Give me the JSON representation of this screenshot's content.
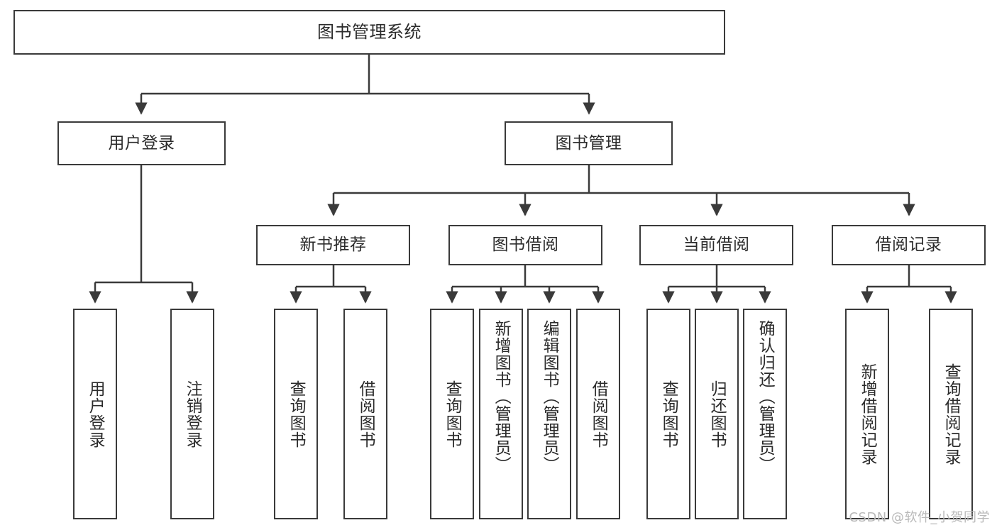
{
  "diagram": {
    "type": "tree",
    "title": "图书管理系统",
    "watermark": "CSDN @软件_小贺同学",
    "colors": {
      "stroke": "#3a3a3a",
      "fill": "#ffffff",
      "text": "#2b2b2b",
      "watermark": "#b9b9b9"
    },
    "root": {
      "label": "图书管理系统"
    },
    "level2": [
      {
        "id": "user-login",
        "label": "用户登录"
      },
      {
        "id": "book-manage",
        "label": "图书管理"
      }
    ],
    "level3": [
      {
        "id": "new-book-recommend",
        "label": "新书推荐"
      },
      {
        "id": "book-borrow",
        "label": "图书借阅"
      },
      {
        "id": "current-borrow",
        "label": "当前借阅"
      },
      {
        "id": "borrow-record",
        "label": "借阅记录"
      }
    ],
    "leaves": {
      "user_login": [
        {
          "id": "leaf-user-login",
          "label": "用户登录"
        },
        {
          "id": "leaf-user-logout",
          "label": "注销登录"
        }
      ],
      "new_book_recommend": [
        {
          "id": "leaf-query-book-1",
          "label": "查询图书"
        },
        {
          "id": "leaf-borrow-book-1",
          "label": "借阅图书"
        }
      ],
      "book_borrow": [
        {
          "id": "leaf-query-book-2",
          "label": "查询图书"
        },
        {
          "id": "leaf-add-book",
          "label": "新增图书（管理员）"
        },
        {
          "id": "leaf-edit-book",
          "label": "编辑图书（管理员）"
        },
        {
          "id": "leaf-borrow-book-2",
          "label": "借阅图书"
        }
      ],
      "current_borrow": [
        {
          "id": "leaf-query-book-3",
          "label": "查询图书"
        },
        {
          "id": "leaf-return-book",
          "label": "归还图书"
        },
        {
          "id": "leaf-confirm-return",
          "label": "确认归还（管理员）"
        }
      ],
      "borrow_record": [
        {
          "id": "leaf-add-record",
          "label": "新增借阅记录"
        },
        {
          "id": "leaf-query-record",
          "label": "查询借阅记录"
        }
      ]
    }
  }
}
